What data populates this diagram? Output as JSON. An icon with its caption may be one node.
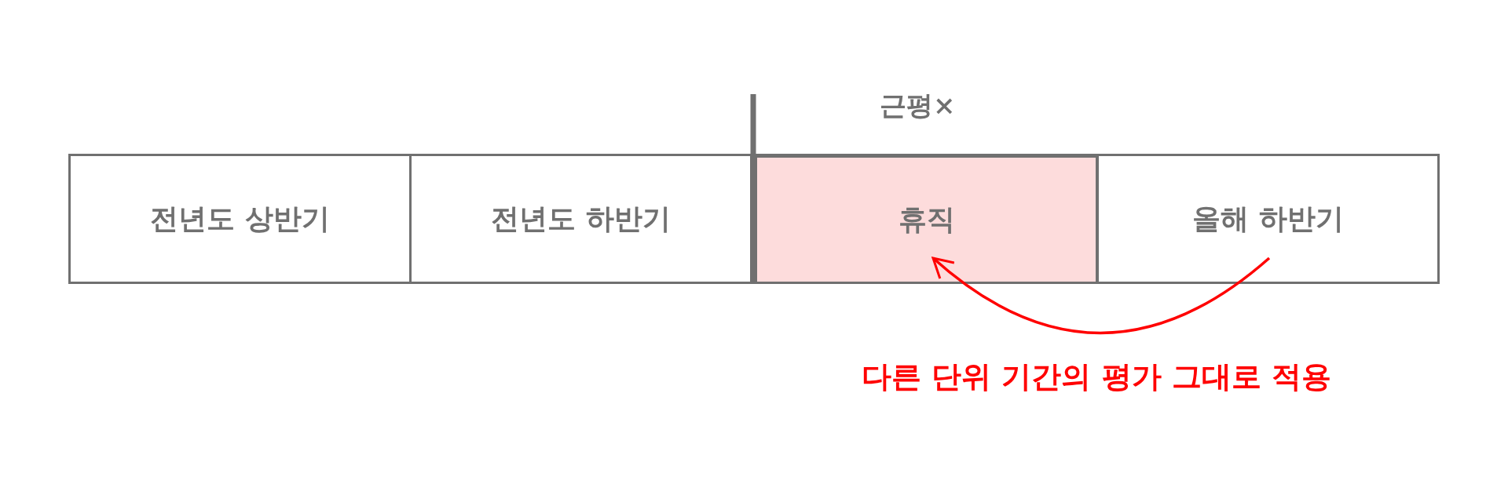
{
  "diagram": {
    "nodes": [
      {
        "text": [
          "전년도 상반기"
        ]
      },
      {
        "text": [
          "전년도 하반기"
        ]
      },
      {
        "text": [
          "휴직"
        ]
      },
      {
        "text": [
          "올해 하반기"
        ]
      }
    ],
    "edges": [
      {
        "from": 3,
        "to": 2,
        "arrow": "to",
        "color": "#ff0000",
        "label": "다른 단위 기간의 평가 그대로 적용"
      }
    ],
    "labels": [
      "근평×"
    ]
  }
}
